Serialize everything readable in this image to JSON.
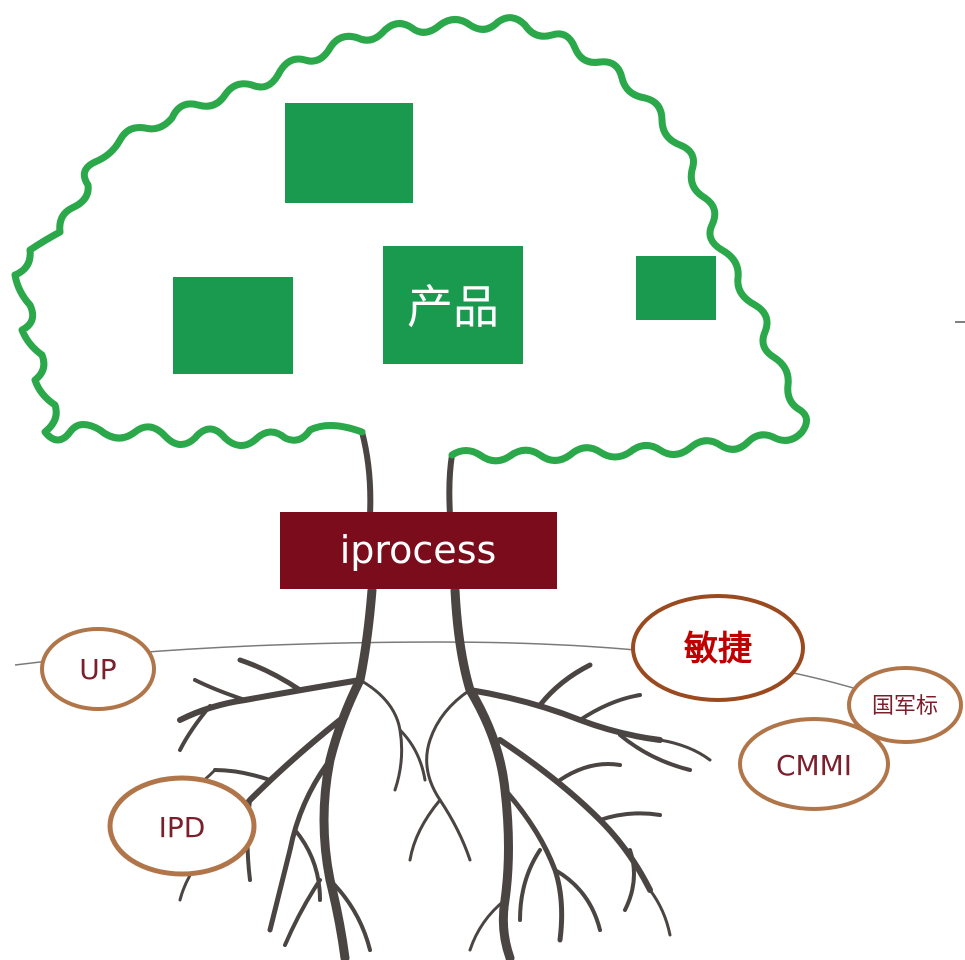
{
  "canopy": {
    "product_label": "产品"
  },
  "trunk": {
    "process_label": "iprocess"
  },
  "methods": {
    "up": "UP",
    "agile": "敏捷",
    "military": "国军标",
    "cmmi": "CMMI",
    "ipd": "IPD"
  },
  "colors": {
    "canopy_outline": "#2aa84a",
    "product_box": "#1a9a4e",
    "process_bar": "#7b0c1c",
    "oval_border": "#b07548",
    "oval_border_agile": "#9a4a1e",
    "oval_text": "#7a1f2b",
    "agile_text": "#c00000",
    "roots": "#4a4542"
  }
}
